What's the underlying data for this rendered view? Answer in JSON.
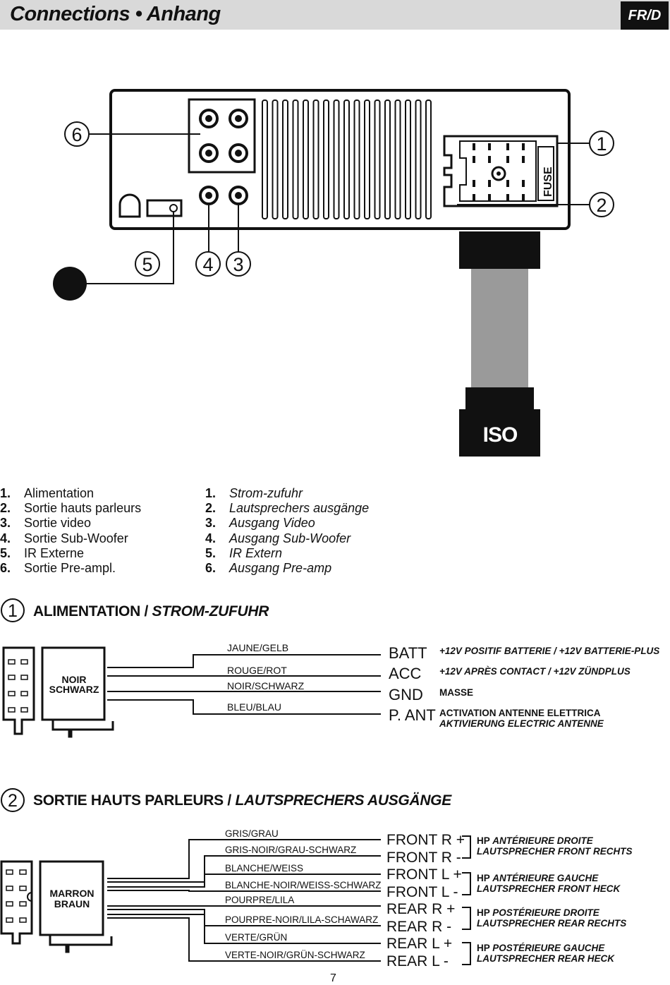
{
  "header": {
    "title": "Connections • Anhang",
    "lang": "FR/D"
  },
  "diagram": {
    "callouts": [
      "6",
      "1",
      "2",
      "5",
      "4",
      "3"
    ],
    "fuse_label": "FUSE",
    "iso_label": "ISO"
  },
  "legend_fr": [
    {
      "num": "1.",
      "text": "Alimentation"
    },
    {
      "num": "2.",
      "text": "Sortie hauts parleurs"
    },
    {
      "num": "3.",
      "text": "Sortie video"
    },
    {
      "num": "4.",
      "text": "Sortie Sub-Woofer"
    },
    {
      "num": "5.",
      "text": "IR Externe"
    },
    {
      "num": "6.",
      "text": "Sortie Pre-ampl."
    }
  ],
  "legend_de": [
    {
      "num": "1.",
      "text": "Strom-zufuhr"
    },
    {
      "num": "2.",
      "text": "Lautsprechers ausgänge"
    },
    {
      "num": "3.",
      "text": "Ausgang Video"
    },
    {
      "num": "4.",
      "text": "Ausgang Sub-Woofer"
    },
    {
      "num": "5.",
      "text": "IR Extern"
    },
    {
      "num": "6.",
      "text": "Ausgang Pre-amp"
    }
  ],
  "section1": {
    "number": "1",
    "title_fr": "ALIMENTATION / ",
    "title_de": "STROM-ZUFUHR",
    "connector_label": [
      "NOIR",
      "SCHWARZ"
    ],
    "wires": [
      {
        "color": "JAUNE/GELB",
        "name": "BATT",
        "desc": [
          "+12V POSITIF BATTERIE  / +12V BATTERIE-PLUS"
        ]
      },
      {
        "color": "ROUGE/ROT",
        "name": "ACC",
        "desc": [
          "+12V APRÈS CONTACT / +12V ZÜNDPLUS"
        ]
      },
      {
        "color": "NOIR/SCHWARZ",
        "name": "GND",
        "desc": [
          "MASSE"
        ]
      },
      {
        "color": "BLEU/BLAU",
        "name": "P. ANT",
        "desc": [
          "ACTIVATION ANTENNE ELETTRICA",
          "AKTIVIERUNG ELECTRIC ANTENNE"
        ]
      }
    ]
  },
  "section2": {
    "number": "2",
    "title_fr": "SORTIE HAUTS PARLEURS / ",
    "title_de": "LAUTSPRECHERS AUSGÄNGE",
    "connector_label": [
      "MARRON",
      "BRAUN"
    ],
    "wires": [
      {
        "color": "GRIS/GRAU",
        "name": "FRONT R +"
      },
      {
        "color": "GRIS-NOIR/GRAU-SCHWARZ",
        "name": "FRONT R -"
      },
      {
        "color": "BLANCHE/WEISS",
        "name": "FRONT L +"
      },
      {
        "color": "BLANCHE-NOIR/WEISS-SCHWARZ",
        "name": "FRONT L -"
      },
      {
        "color": "POURPRE/LILA",
        "name": "REAR R +"
      },
      {
        "color": "POURPRE-NOIR/LILA-SCHAWARZ",
        "name": "REAR R -"
      },
      {
        "color": "VERTE/GRÜN",
        "name": "REAR L +"
      },
      {
        "color": "VERTE-NOIR/GRÜN-SCHWARZ",
        "name": "REAR L -"
      }
    ],
    "groups": [
      {
        "fr_prefix": "HP ",
        "fr": "ANTÉRIEURE DROITE",
        "de": "LAUTSPRECHER FRONT RECHTS"
      },
      {
        "fr_prefix": "HP ",
        "fr": "ANTÉRIEURE GAUCHE",
        "de": "LAUTSPRECHER FRONT HECK"
      },
      {
        "fr_prefix": "HP ",
        "fr": "POSTÉRIEURE DROITE",
        "de": "LAUTSPRECHER REAR RECHTS"
      },
      {
        "fr_prefix": "HP ",
        "fr": "POSTÉRIEURE GAUCHE",
        "de": "LAUTSPRECHER REAR HECK"
      }
    ]
  },
  "page_number": "7"
}
